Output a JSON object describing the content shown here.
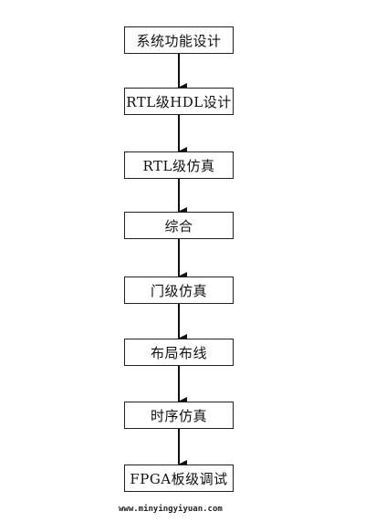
{
  "flow": {
    "steps": [
      "系统功能设计",
      "RTL级HDL设计",
      "RTL级仿真",
      "综合",
      "门级仿真",
      "布局布线",
      "时序仿真",
      "FPGA板级调试"
    ]
  },
  "watermark": "www.minyingyiyuan.com"
}
